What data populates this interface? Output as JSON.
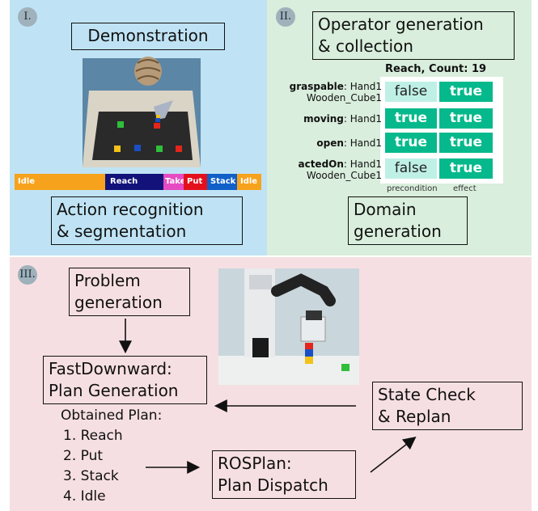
{
  "panel1": {
    "badge": "I.",
    "demo_title": "Demonstration",
    "recognition_title": "Action recognition\n& segmentation",
    "segments": [
      {
        "label": "Idle",
        "color": "#f7a21c"
      },
      {
        "label": "Reach",
        "color": "#12127a"
      },
      {
        "label": "Take",
        "color": "#e64bc3"
      },
      {
        "label": "Put",
        "color": "#e3101c"
      },
      {
        "label": "Stack",
        "color": "#1060c8"
      },
      {
        "label": "Idle",
        "color": "#f7a21c"
      }
    ]
  },
  "panel2": {
    "badge": "II.",
    "operator_title": "Operator generation\n& collection",
    "table_title": "Reach, Count: 19",
    "rows": [
      {
        "pred": "graspable",
        "args": ": Hand1",
        "args2": "Wooden_Cube1",
        "pre": "false",
        "eff": "true"
      },
      {
        "pred": "moving",
        "args": ": Hand1",
        "args2": "",
        "pre": "true",
        "eff": "true"
      },
      {
        "pred": "open",
        "args": ": Hand1",
        "args2": "",
        "pre": "true",
        "eff": "true"
      },
      {
        "pred": "actedOn",
        "args": ": Hand1",
        "args2": "Wooden_Cube1",
        "pre": "false",
        "eff": "true"
      }
    ],
    "col_pre": "precondition",
    "col_eff": "effect",
    "domain_title": "Domain\ngeneration"
  },
  "panel3": {
    "badge": "III.",
    "problem_title": "Problem\ngeneration",
    "fastdownward_title": "FastDownward:\nPlan Generation",
    "plan_header": "Obtained Plan:",
    "plan_steps": [
      "1. Reach",
      "2. Put",
      "3. Stack",
      "4. Idle"
    ],
    "rosplan_title": "ROSPlan:\nPlan Dispatch",
    "state_title": "State Check\n& Replan"
  }
}
